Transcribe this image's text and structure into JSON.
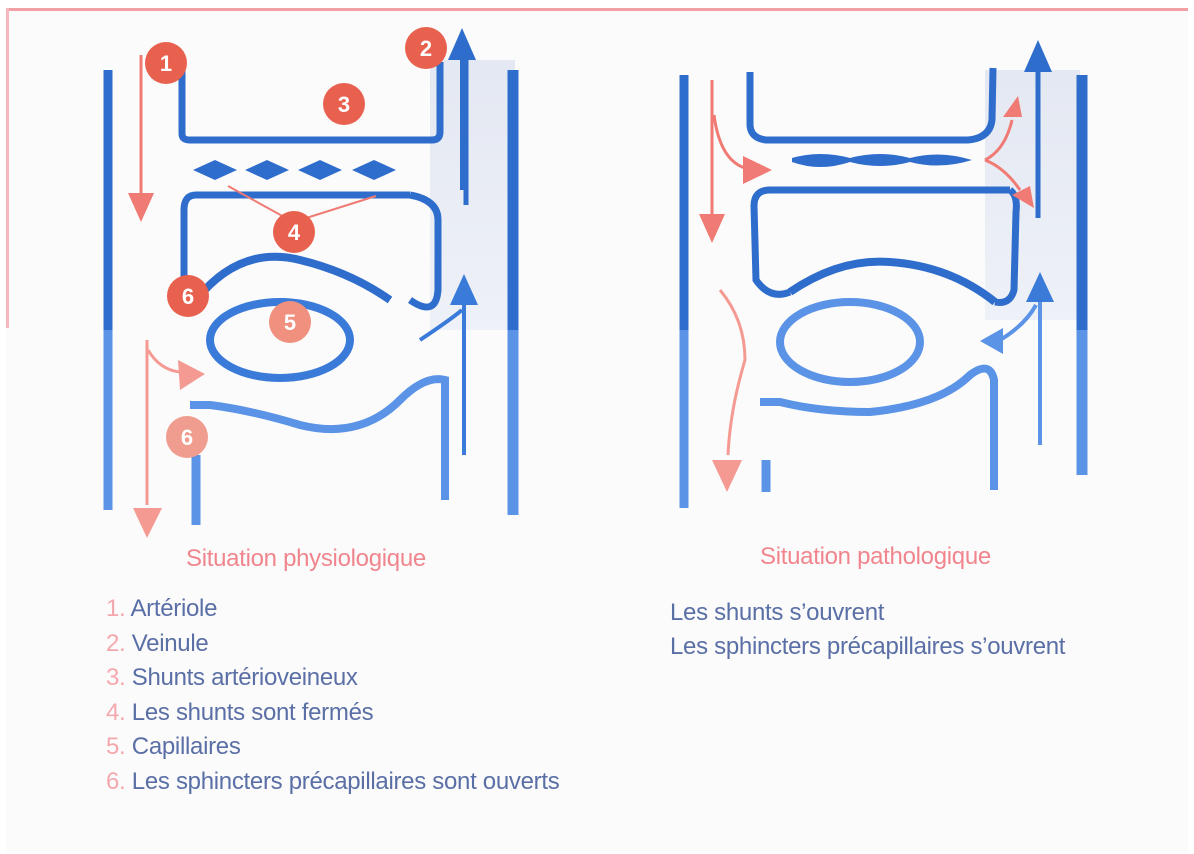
{
  "colors": {
    "vessel_blue": "#2f6dcc",
    "vessel_light": "#5b93e6",
    "arrow_red": "#f07a74",
    "marker_red": "#e8614f",
    "caption_red": "#f0858d",
    "legend_text": "#5a6fa6"
  },
  "left_panel": {
    "caption": "Situation physiologique",
    "markers": [
      "1",
      "2",
      "3",
      "4",
      "6",
      "5",
      "6"
    ]
  },
  "right_panel": {
    "caption": "Situation pathologique",
    "lines": [
      "Les shunts s’ouvrent",
      "Les sphincters précapillaires s’ouvrent"
    ]
  },
  "legend": [
    {
      "num": "1.",
      "text": "Artériole"
    },
    {
      "num": "2.",
      "text": "Veinule"
    },
    {
      "num": "3.",
      "text": "Shunts artérioveineux"
    },
    {
      "num": "4.",
      "text": "Les shunts sont fermés"
    },
    {
      "num": "5.",
      "text": "Capillaires"
    },
    {
      "num": "6.",
      "text": "Les sphincters précapillaires sont ouverts"
    }
  ]
}
